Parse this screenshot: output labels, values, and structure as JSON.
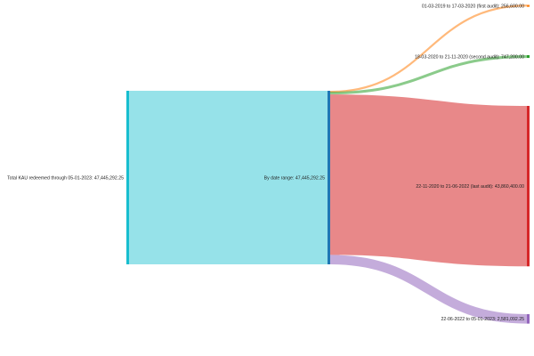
{
  "diagram": {
    "type": "sankey",
    "nodes": [
      {
        "id": "total",
        "label": "Total KAU redeemed through 05-01-2023: 47,445,292.25",
        "value": 47445292.25,
        "color": "#17becf"
      },
      {
        "id": "bydate",
        "label": "By date range: 47,445,292.25",
        "value": 47445292.25,
        "color": "#1f77b4"
      },
      {
        "id": "first",
        "label": "01-03-2019 to 17-03-2020 (first audit): 256,600.00",
        "value": 256600.0,
        "color": "#ff7f0e"
      },
      {
        "id": "second",
        "label": "18-03-2020 to 21-11-2020 (second audit): 747,200.00",
        "value": 747200.0,
        "color": "#2ca02c"
      },
      {
        "id": "last",
        "label": "22-11-2020 to 21-06-2022 (last audit): 43,860,400.00",
        "value": 43860400.0,
        "color": "#d62728"
      },
      {
        "id": "recent",
        "label": "22-06-2022 to 05-01-2023: 2,581,092.25",
        "value": 2581092.25,
        "color": "#9467bd"
      }
    ],
    "links": [
      {
        "source": "total",
        "target": "bydate",
        "value": 47445292.25,
        "color": "#17becf"
      },
      {
        "source": "bydate",
        "target": "first",
        "value": 256600.0,
        "color": "#ff7f0e"
      },
      {
        "source": "bydate",
        "target": "second",
        "value": 747200.0,
        "color": "#2ca02c"
      },
      {
        "source": "bydate",
        "target": "last",
        "value": 43860400.0,
        "color": "#d62728"
      },
      {
        "source": "bydate",
        "target": "recent",
        "value": 2581092.25,
        "color": "#9467bd"
      }
    ]
  }
}
